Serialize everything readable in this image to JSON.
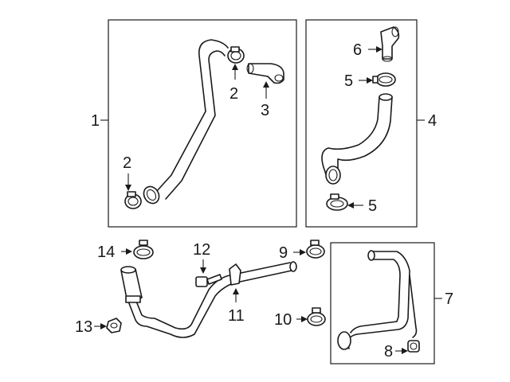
{
  "callouts": {
    "c1": "1",
    "c2a": "2",
    "c2b": "2",
    "c3": "3",
    "c4": "4",
    "c5a": "5",
    "c5b": "5",
    "c6": "6",
    "c7": "7",
    "c8": "8",
    "c9": "9",
    "c10": "10",
    "c11": "11",
    "c12": "12",
    "c13": "13",
    "c14": "14"
  }
}
